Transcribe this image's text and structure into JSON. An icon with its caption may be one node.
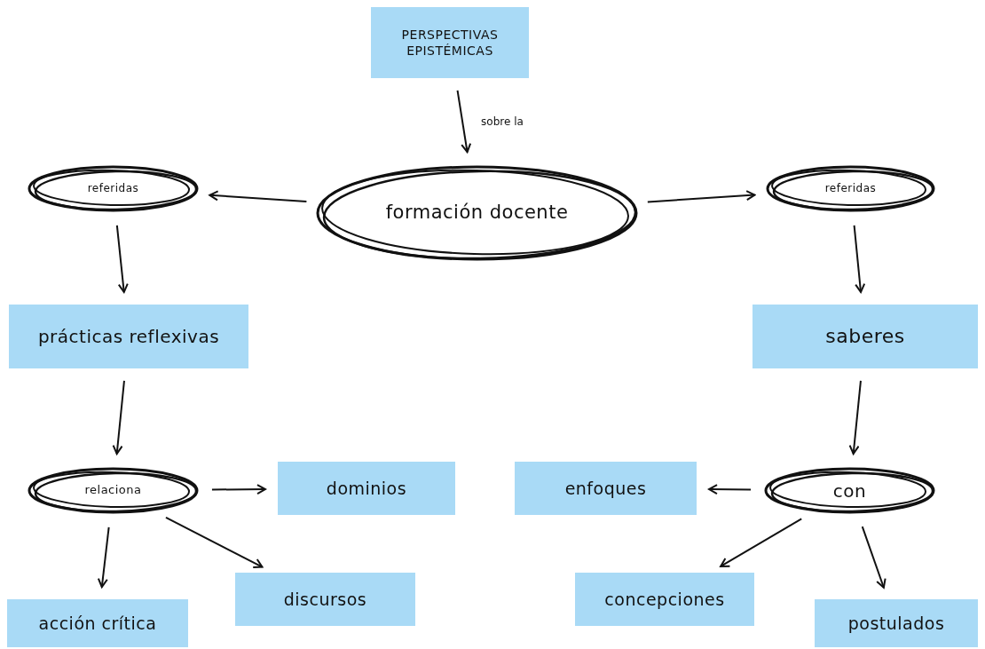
{
  "diagram": {
    "nodes": [
      {
        "text": [
          "PERSPECTIVAS EPISTÉMICAS"
        ]
      },
      {
        "text": [
          "formación docente"
        ]
      },
      {
        "text": [
          "referidas"
        ]
      },
      {
        "text": [
          "referidas"
        ]
      },
      {
        "text": [
          "prácticas reflexivas"
        ]
      },
      {
        "text": [
          "saberes"
        ]
      },
      {
        "text": [
          "relaciona"
        ]
      },
      {
        "text": [
          "dominios"
        ]
      },
      {
        "text": [
          "con"
        ]
      },
      {
        "text": [
          "enfoques"
        ]
      },
      {
        "text": [
          "acción crítica"
        ]
      },
      {
        "text": [
          "discursos"
        ]
      },
      {
        "text": [
          "concepciones"
        ]
      },
      {
        "text": [
          "postulados"
        ]
      }
    ],
    "edges": [
      {
        "from": 0,
        "to": 1,
        "arrow": "to",
        "label": "sobre la"
      },
      {
        "from": 1,
        "to": 2,
        "arrow": "to"
      },
      {
        "from": 1,
        "to": 3,
        "arrow": "to"
      },
      {
        "from": 2,
        "to": 4,
        "arrow": "to"
      },
      {
        "from": 3,
        "to": 5,
        "arrow": "to"
      },
      {
        "from": 4,
        "to": 6,
        "arrow": "to"
      },
      {
        "from": 5,
        "to": 8,
        "arrow": "to"
      },
      {
        "from": 6,
        "to": 7,
        "arrow": "to"
      },
      {
        "from": 6,
        "to": 10,
        "arrow": "to"
      },
      {
        "from": 6,
        "to": 11,
        "arrow": "to"
      },
      {
        "from": 8,
        "to": 9,
        "arrow": "to"
      },
      {
        "from": 8,
        "to": 12,
        "arrow": "to"
      },
      {
        "from": 8,
        "to": 13,
        "arrow": "to"
      }
    ]
  }
}
